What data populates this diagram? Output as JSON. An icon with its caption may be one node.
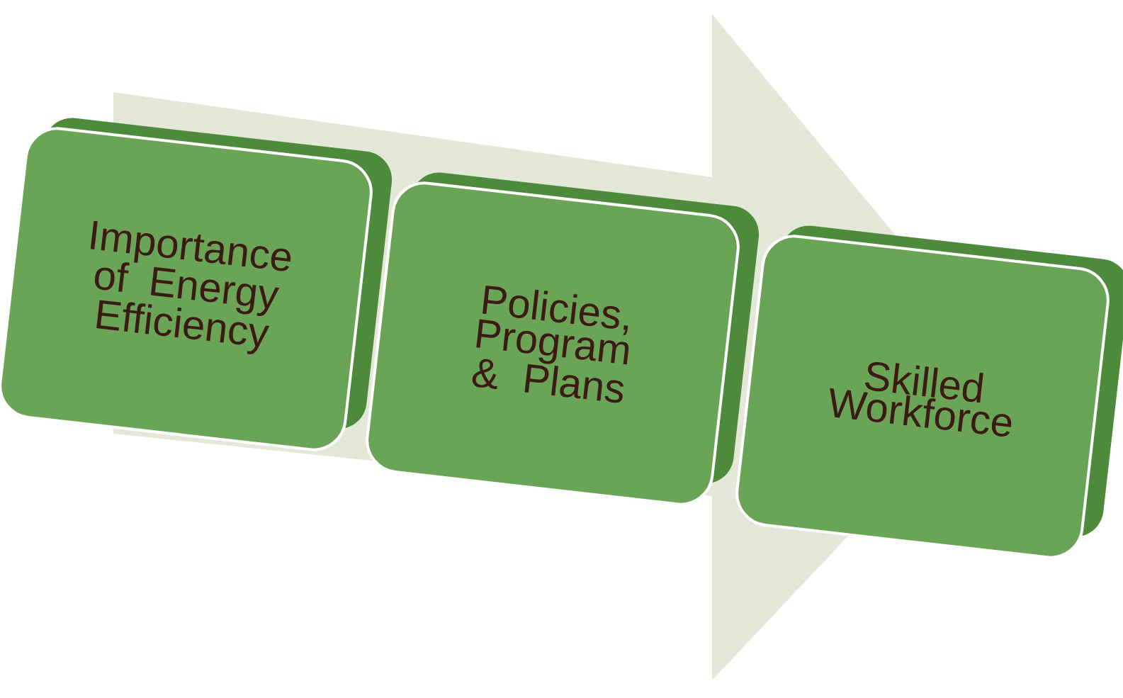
{
  "diagram": {
    "nodes": [
      {
        "text": [
          "Importance of Energy Efficiency"
        ]
      },
      {
        "text": [
          "Policies, Program & Plans"
        ]
      },
      {
        "text": [
          "Skilled Workforce"
        ]
      }
    ],
    "edges": [
      {
        "from": 0,
        "to": 2,
        "arrow": "to"
      }
    ]
  }
}
